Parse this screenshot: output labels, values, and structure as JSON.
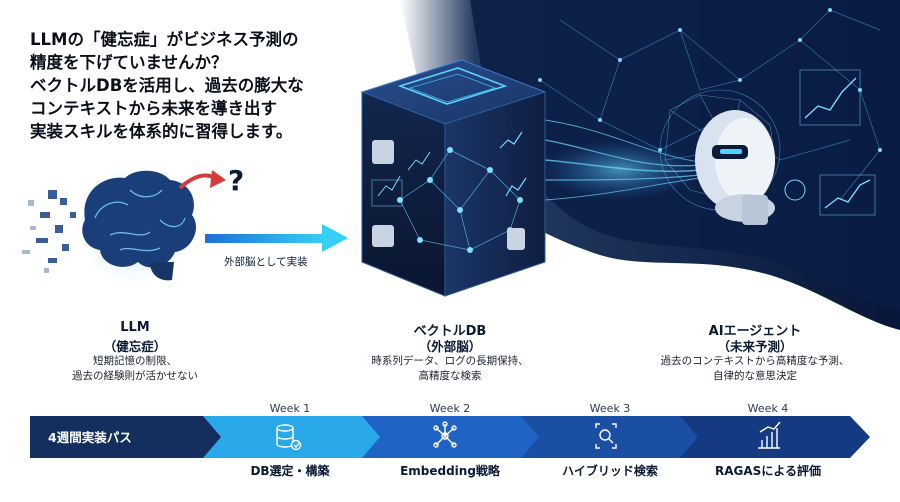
{
  "headline": [
    "LLMの「健忘症」がビジネス予測の",
    "精度を下げていませんか？",
    "ベクトルDBを活用し、過去の膨大な",
    "コンテキストから未来を導き出す",
    "実装スキルを体系的に習得します。"
  ],
  "left": {
    "arrow_label": "外部脳として実装",
    "title": "LLM",
    "subtitle": "（健忘症）",
    "desc": [
      "短期記憶の制限、",
      "過去の経験則が活かせない"
    ]
  },
  "middle": {
    "title": "ベクトルDB",
    "subtitle": "（外部脳）",
    "desc": [
      "時系列データ、ログの長期保持、",
      "高精度な検索"
    ]
  },
  "right": {
    "title": "AIエージェント",
    "subtitle": "（未来予測）",
    "desc": [
      "過去のコンテキストから高精度な予測、",
      "自律的な意思決定"
    ]
  },
  "pipeline": {
    "title": "4週間実装パス",
    "steps": [
      {
        "week": "Week 1",
        "label": "DB選定・構築",
        "icon": "database-check-icon"
      },
      {
        "week": "Week 2",
        "label": "Embedding戦略",
        "icon": "network-nodes-icon"
      },
      {
        "week": "Week 3",
        "label": "ハイブリッド検索",
        "icon": "scan-search-icon"
      },
      {
        "week": "Week 4",
        "label": "RAGASによる評価",
        "icon": "bar-chart-icon"
      }
    ]
  },
  "colors": {
    "navy": "#0f2a5c",
    "blue": "#1d6fd6",
    "cyan": "#29c4f0",
    "deep": "#0a1b3d",
    "red_arrow": "#d63a3a"
  }
}
